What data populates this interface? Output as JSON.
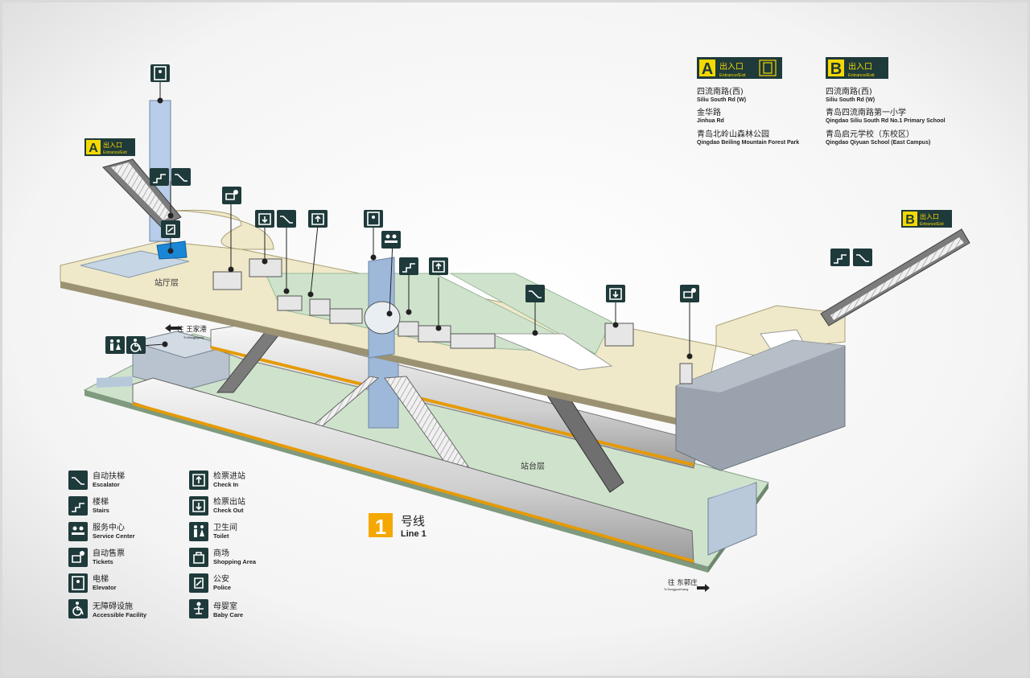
{
  "station": {
    "concourse_label": "站厅层",
    "platform_label": "站台层",
    "line": {
      "number": "1",
      "cn": "号线",
      "en": "Line 1",
      "color": "#f5a800"
    }
  },
  "directions": {
    "west": {
      "cn": "往 王家港",
      "en": "To Wangjiagang"
    },
    "east": {
      "cn": "往 东郭庄",
      "en": "To Dongguozhuang"
    }
  },
  "exits": {
    "a": {
      "letter": "A",
      "cn": "出入口",
      "en": "Entrance/Exit",
      "destinations": [
        {
          "cn": "四流南路(西)",
          "en": "Siliu South Rd (W)"
        },
        {
          "cn": "金华路",
          "en": "Jinhua Rd"
        },
        {
          "cn": "青岛北岭山森林公园",
          "en": "Qingdao Beiling Mountain Forest Park"
        }
      ]
    },
    "b": {
      "letter": "B",
      "cn": "出入口",
      "en": "Entrance/Exit",
      "destinations": [
        {
          "cn": "四流南路(西)",
          "en": "Siliu South Rd (W)"
        },
        {
          "cn": "青岛四流南路第一小学",
          "en": "Qingdao Siliu South Rd No.1 Primary School"
        },
        {
          "cn": "青岛启元学校（东校区）",
          "en": "Qingdao Qiyuan School (East Campus)"
        }
      ]
    }
  },
  "legend": [
    {
      "icon": "escalator-icon",
      "cn": "自动扶梯",
      "en": "Escalator"
    },
    {
      "icon": "stairs-icon",
      "cn": "楼梯",
      "en": "Stairs"
    },
    {
      "icon": "service-center-icon",
      "cn": "服务中心",
      "en": "Service Center"
    },
    {
      "icon": "tickets-icon",
      "cn": "自动售票",
      "en": "Tickets"
    },
    {
      "icon": "elevator-icon",
      "cn": "电梯",
      "en": "Elevator"
    },
    {
      "icon": "accessible-icon",
      "cn": "无障碍设施",
      "en": "Accessible Facility"
    },
    {
      "icon": "check-in-icon",
      "cn": "检票进站",
      "en": "Check In"
    },
    {
      "icon": "check-out-icon",
      "cn": "检票出站",
      "en": "Check Out"
    },
    {
      "icon": "toilet-icon",
      "cn": "卫生间",
      "en": "Toilet"
    },
    {
      "icon": "shopping-icon",
      "cn": "商场",
      "en": "Shopping Area"
    },
    {
      "icon": "police-icon",
      "cn": "公安",
      "en": "Police"
    },
    {
      "icon": "baby-care-icon",
      "cn": "母婴室",
      "en": "Baby Care"
    }
  ],
  "colors": {
    "concourse": "#efe9c9",
    "platform": "#cfe3cc",
    "shaft": "#aec6e4",
    "sign_bg": "#1f3a3a",
    "exit_letter": "#f5d800",
    "accessible_room": "#1a86d6"
  }
}
